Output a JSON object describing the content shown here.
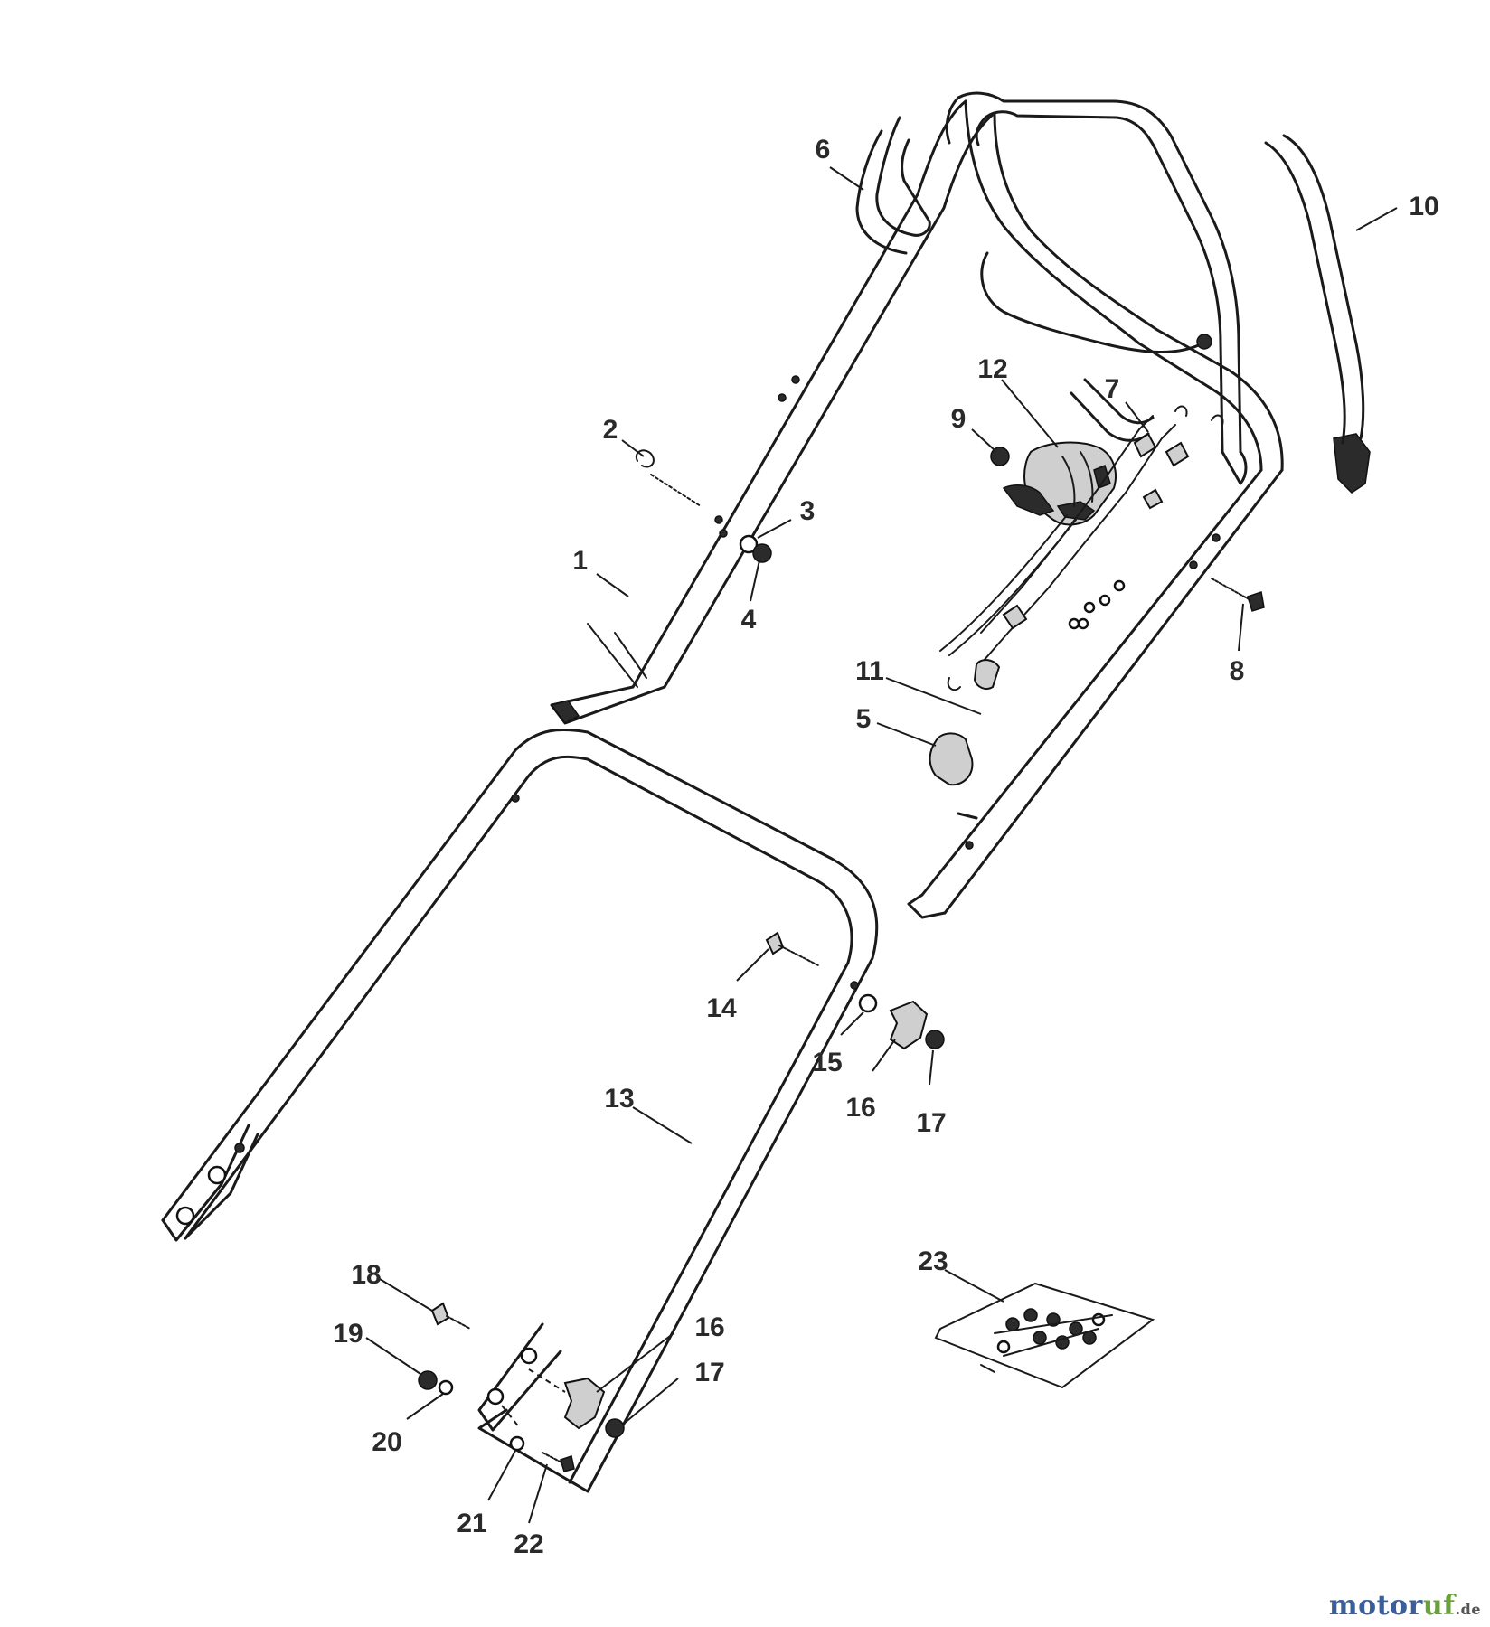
{
  "diagram": {
    "parts": [
      {
        "label": "1"
      },
      {
        "label": "2"
      },
      {
        "label": "3"
      },
      {
        "label": "4"
      },
      {
        "label": "5"
      },
      {
        "label": "6"
      },
      {
        "label": "7"
      },
      {
        "label": "8"
      },
      {
        "label": "9"
      },
      {
        "label": "10"
      },
      {
        "label": "11"
      },
      {
        "label": "12"
      },
      {
        "label": "13"
      },
      {
        "label": "14"
      },
      {
        "label": "15"
      },
      {
        "label": "16"
      },
      {
        "label": "17"
      },
      {
        "label": "16"
      },
      {
        "label": "17"
      },
      {
        "label": "18"
      },
      {
        "label": "19"
      },
      {
        "label": "20"
      },
      {
        "label": "21"
      },
      {
        "label": "22"
      },
      {
        "label": "23"
      }
    ]
  },
  "watermark": {
    "main": "motor",
    "accent": "uf",
    "tld": ".de"
  }
}
